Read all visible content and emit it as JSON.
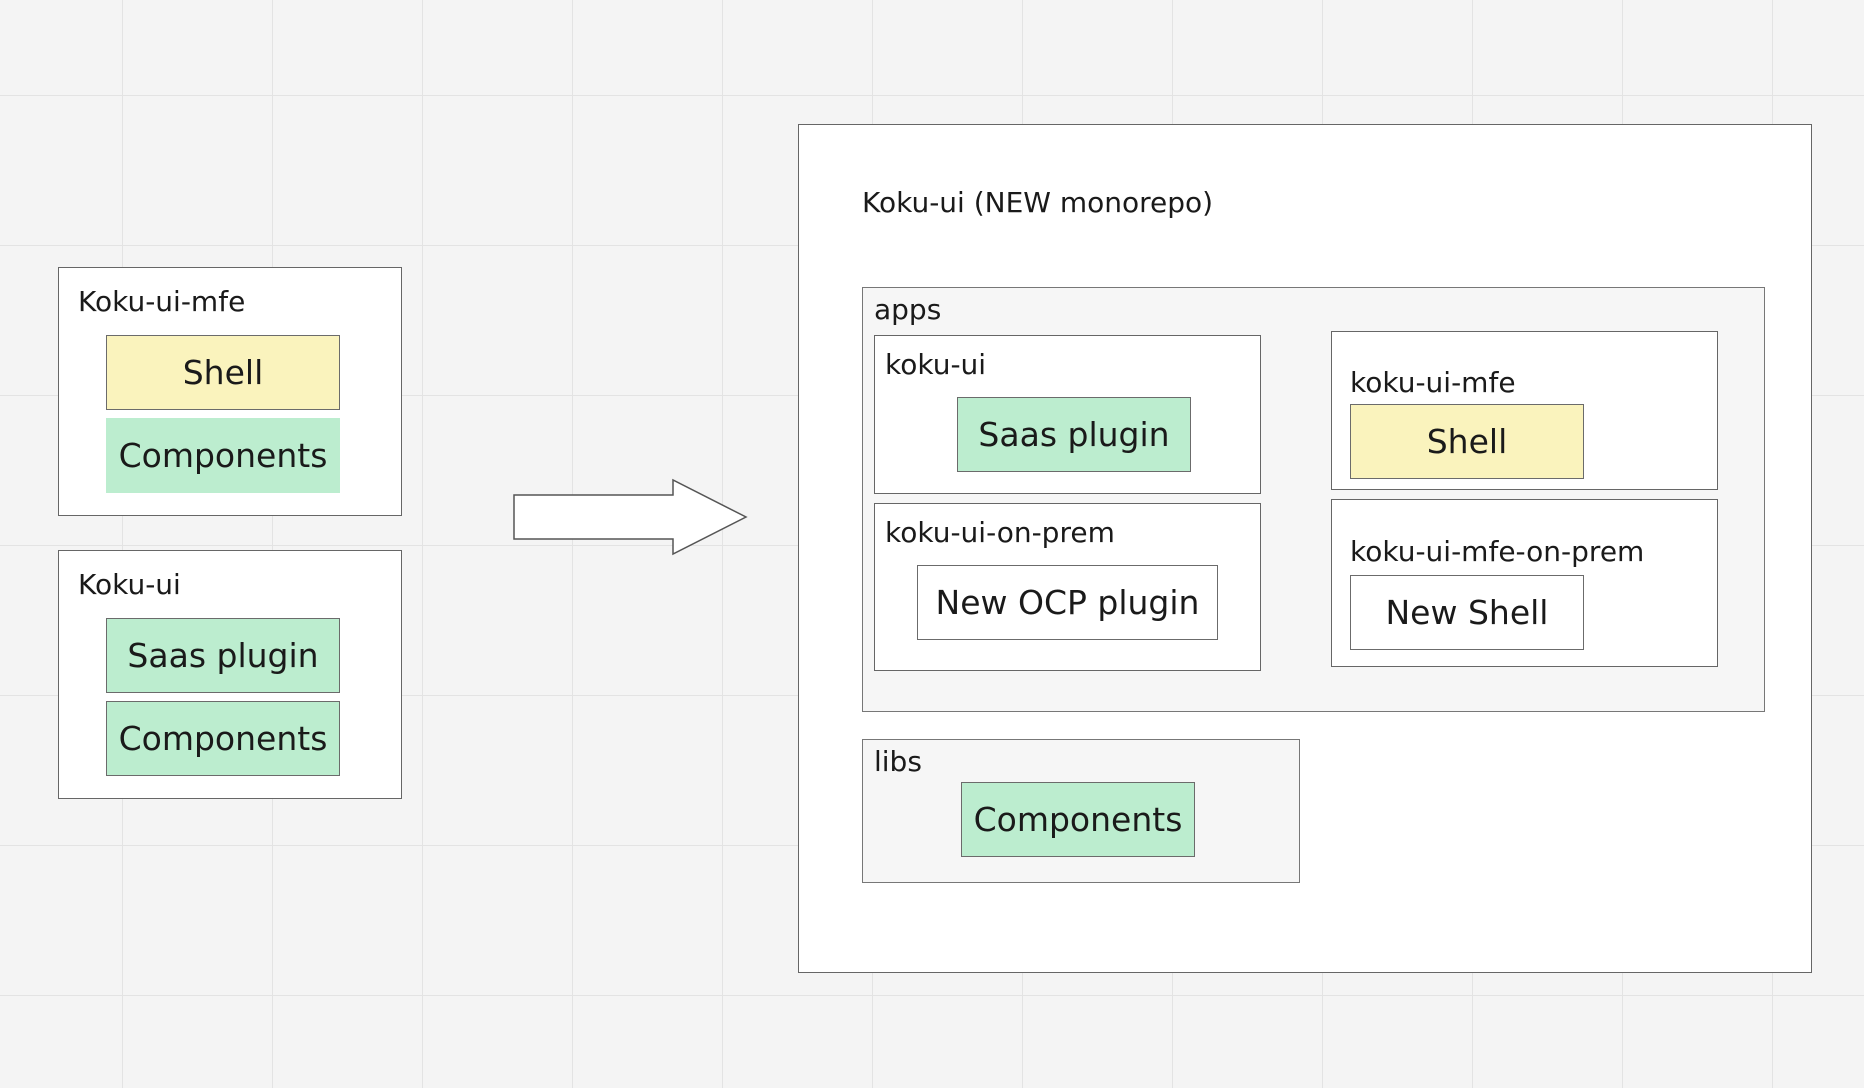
{
  "left": {
    "mfe_card": {
      "title": "Koku-ui-mfe",
      "items": [
        "Shell",
        "Components"
      ]
    },
    "ui_card": {
      "title": "Koku-ui",
      "items": [
        "Saas plugin",
        "Components"
      ]
    }
  },
  "right": {
    "title": "Koku-ui (NEW monorepo)",
    "apps": {
      "label": "apps",
      "koku_ui": {
        "label": "koku-ui",
        "item": "Saas plugin"
      },
      "koku_ui_mfe": {
        "label": "koku-ui-mfe",
        "item": "Shell"
      },
      "koku_ui_on_prem": {
        "label": "koku-ui-on-prem",
        "item": "New OCP plugin"
      },
      "koku_ui_mfe_on_prem": {
        "label": "koku-ui-mfe-on-prem",
        "item": "New Shell"
      }
    },
    "libs": {
      "label": "libs",
      "item": "Components"
    }
  },
  "colors": {
    "shell": "#faf3bd",
    "component": "#bcedcf",
    "new": "#ffffff",
    "border": "#666666"
  }
}
